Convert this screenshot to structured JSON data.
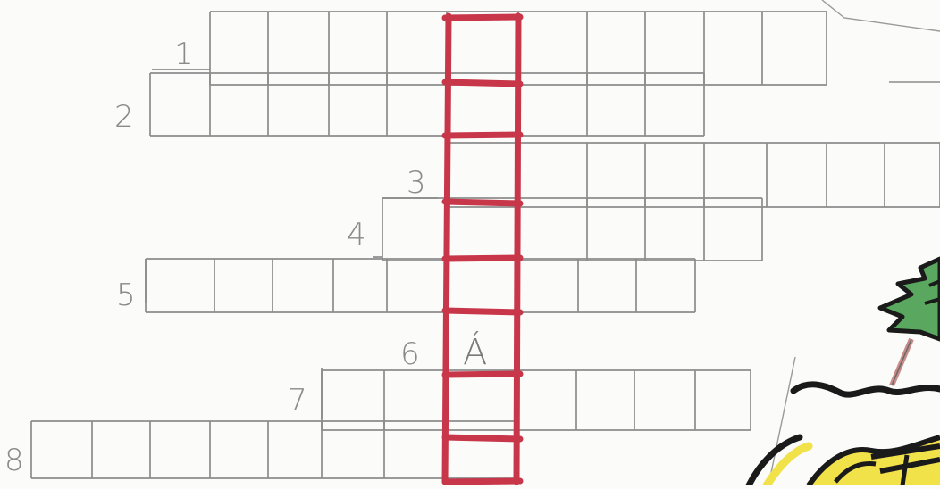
{
  "crossword": {
    "clue_numbers": [
      "1",
      "2",
      "3",
      "4",
      "5",
      "6",
      "7",
      "8"
    ],
    "prefilled_letter": "Á"
  },
  "colors": {
    "paper": "#fbfbf9",
    "pencil_grid": "#8c8c8c",
    "red_column": "#c8364a",
    "tree_green": "#5aa860",
    "ink_black": "#1a1a1a",
    "yellow": "#f2e24a"
  }
}
